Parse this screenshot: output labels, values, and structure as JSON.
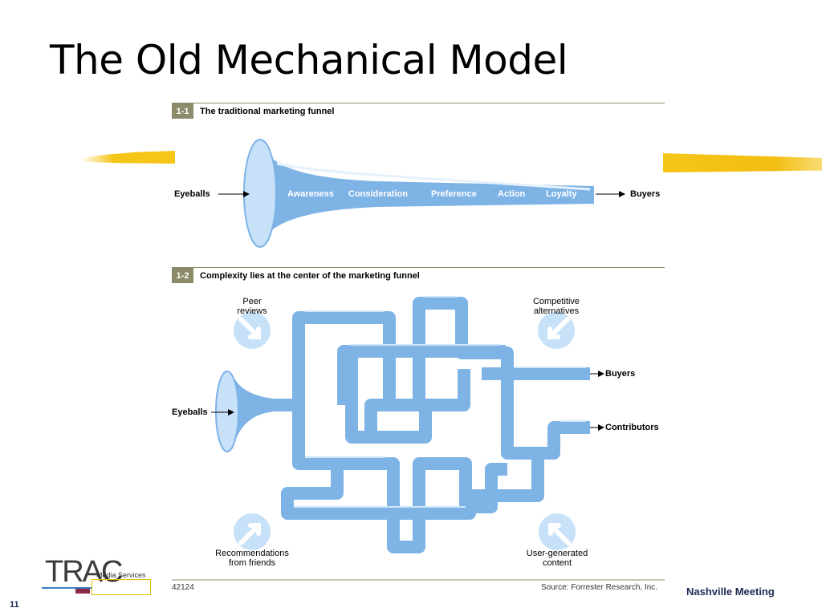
{
  "slide": {
    "title": "The Old Mechanical Model",
    "page_number": "11",
    "meeting": "Nashville Meeting"
  },
  "figure1": {
    "number": "1-1",
    "title": "The traditional marketing funnel",
    "input_label": "Eyeballs",
    "output_label": "Buyers",
    "stages": [
      "Awareness",
      "Consideration",
      "Preference",
      "Action",
      "Loyalty"
    ]
  },
  "figure2": {
    "number": "1-2",
    "title": "Complexity lies at the center of the marketing funnel",
    "input_label": "Eyeballs",
    "outputs": [
      "Buyers",
      "Contributors"
    ],
    "influences": {
      "peer": "Peer\nreviews",
      "competitive": "Competitive\nalternatives",
      "recommendations": "Recommendations\nfrom friends",
      "user_generated": "User-generated\ncontent"
    }
  },
  "footer": {
    "code": "42124",
    "source": "Source: Forrester Research, Inc."
  },
  "logo": {
    "name": "TRAC",
    "subtitle": "Media Services"
  },
  "colors": {
    "funnel_blue": "#7eb3e6",
    "funnel_light": "#c6e1f8",
    "accent_yellow": "#f5c518",
    "label_tab": "#8c8c6b"
  }
}
